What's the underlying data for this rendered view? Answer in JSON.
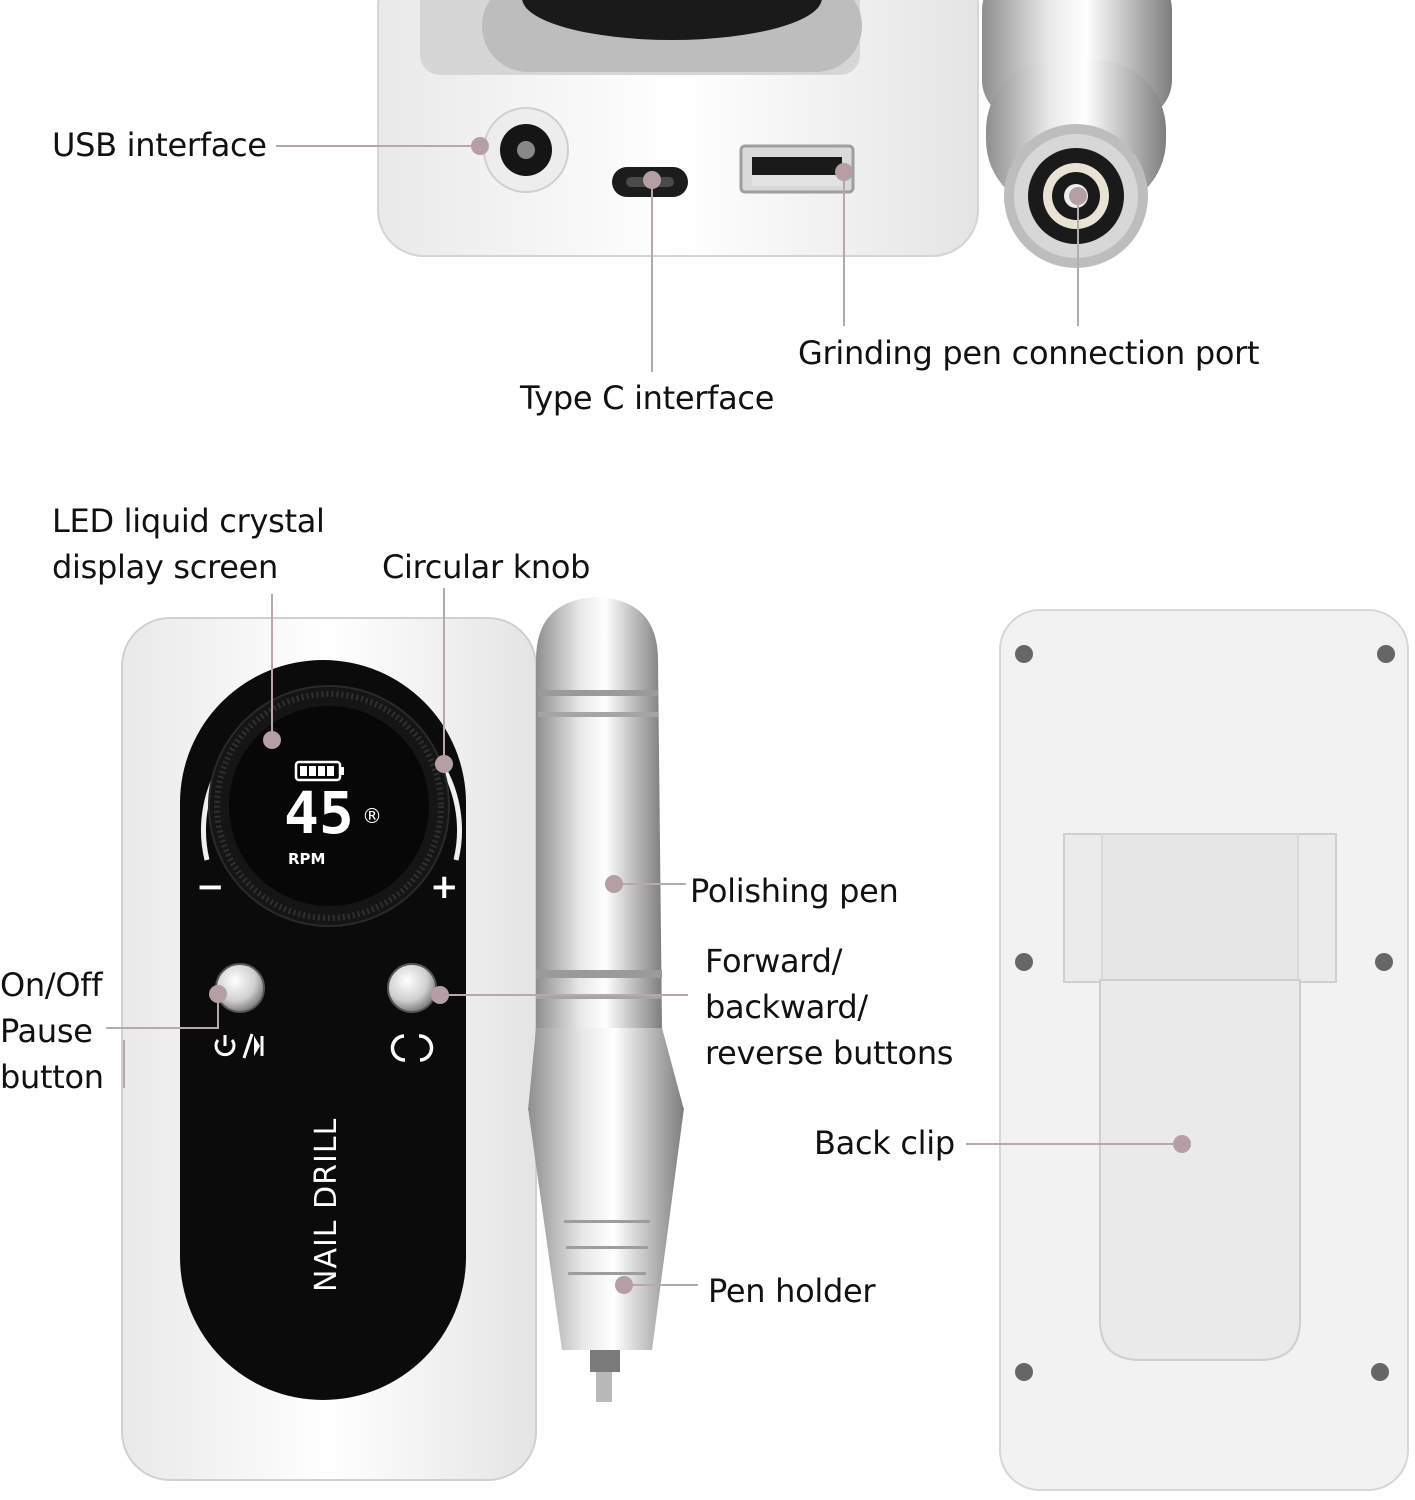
{
  "labels": {
    "usb": "USB interface",
    "type_c": "Type C interface",
    "grinding_port": "Grinding pen connection port",
    "lcd": [
      "LED liquid crystal",
      "display screen"
    ],
    "knob": "Circular knob",
    "polishing_pen": "Polishing pen",
    "on_off": [
      "On/Off",
      "Pause",
      "button"
    ],
    "forward_reverse": [
      "Forward/",
      "backward/",
      "reverse buttons"
    ],
    "back_clip": "Back clip",
    "pen_holder": "Pen holder"
  },
  "device": {
    "display_value": "45",
    "display_unit": "RPM",
    "brand_text": "NAIL DRILL",
    "minus_symbol": "−",
    "plus_symbol": "+",
    "registered_symbol": "®"
  },
  "colors": {
    "leader_line": "#b7a9ab",
    "marker_dot": "#b59fa3",
    "panel_black": "#0b0b0b",
    "device_white": "#f4f4f4"
  },
  "icons": [
    "battery-icon",
    "power-pause-icon",
    "rotate-icon"
  ]
}
